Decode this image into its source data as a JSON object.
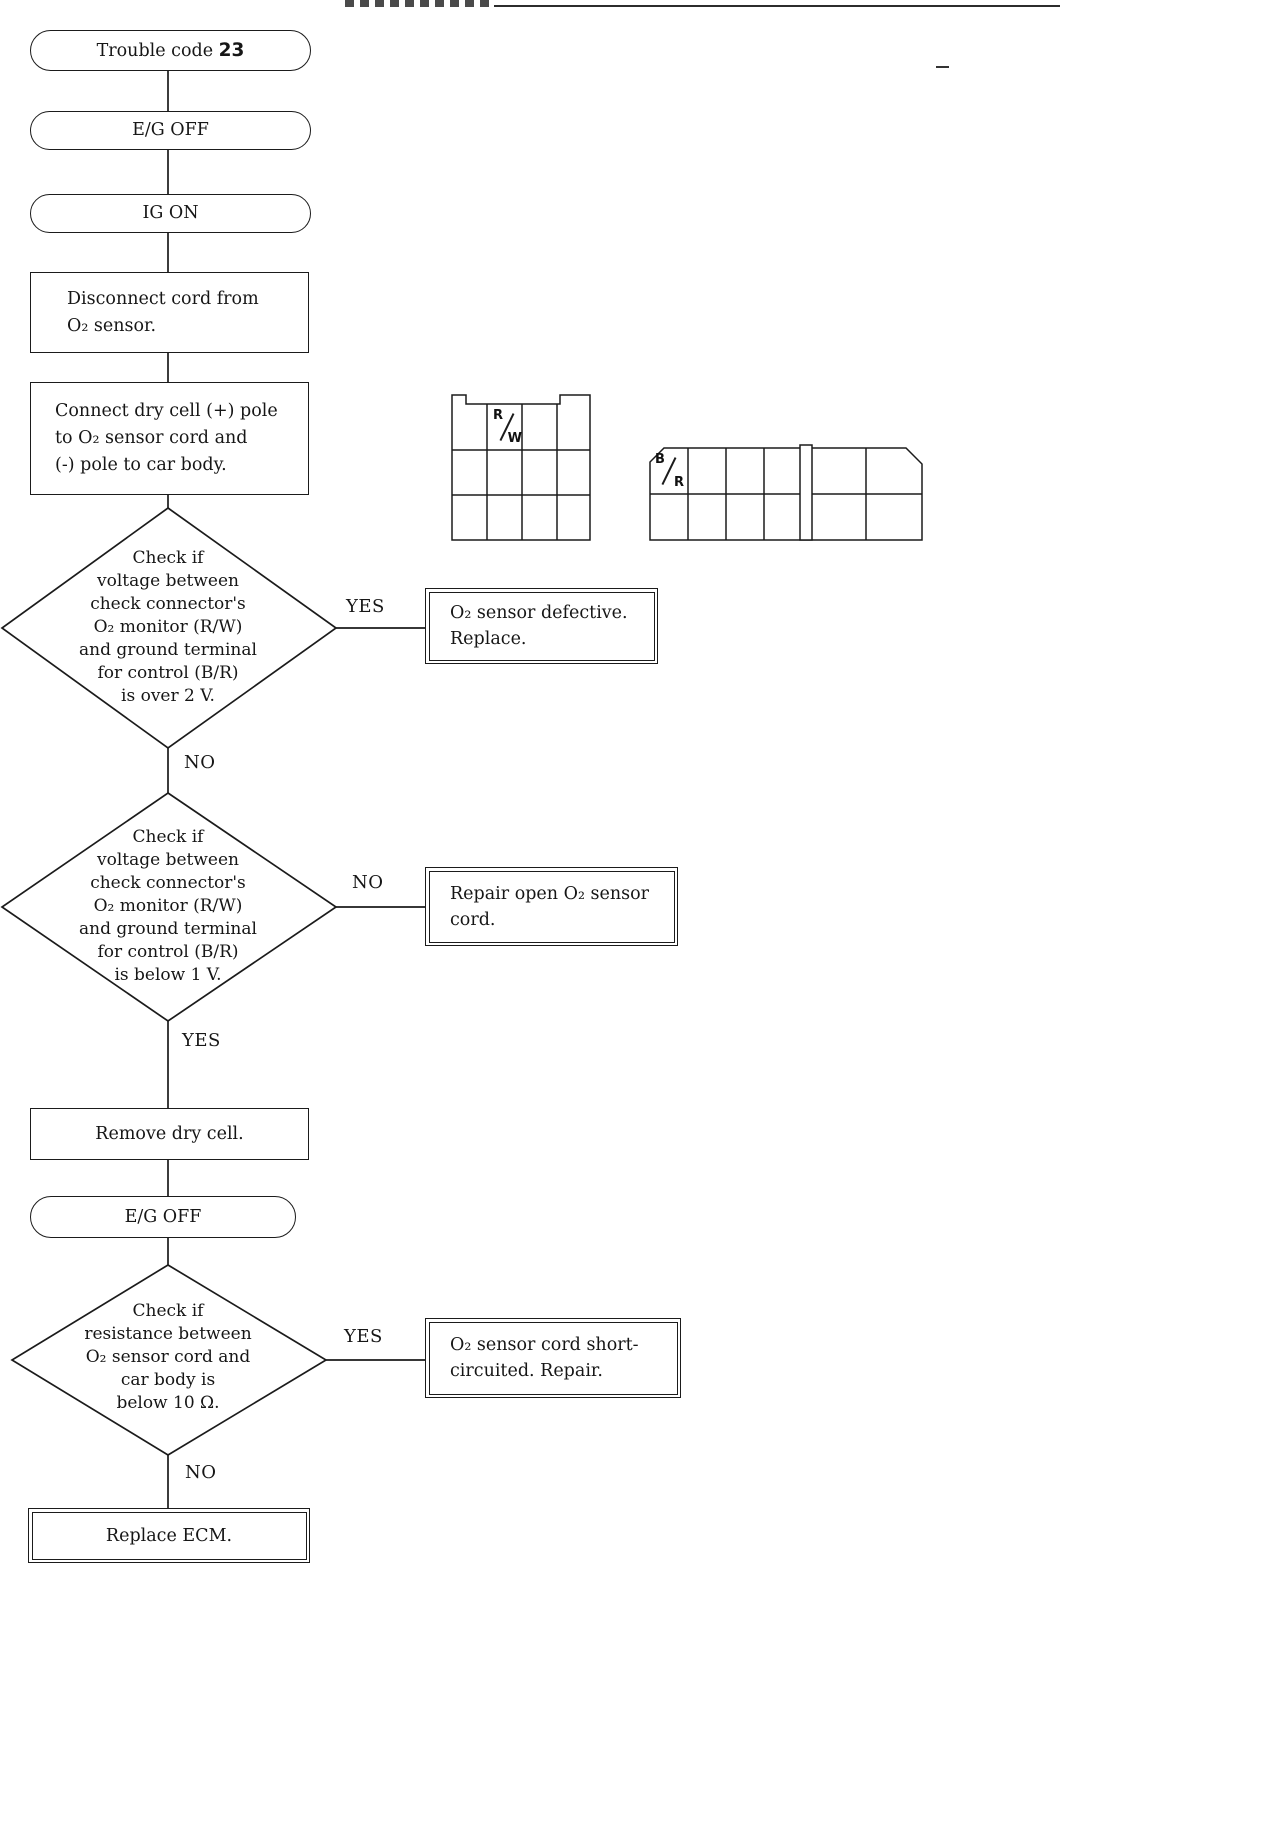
{
  "flowchart": {
    "start_prefix": "Trouble code ",
    "start_code": "23",
    "eg_off_1": "E/G OFF",
    "ig_on": "IG ON",
    "disconnect": "Disconnect cord from\nO₂ sensor.",
    "connect_dry_cell": "Connect dry cell (+) pole\nto O₂ sensor cord and\n(-) pole to car body.",
    "decision_1": "Check if\nvoltage between\ncheck connector's\nO₂ monitor (R/W)\nand ground terminal\nfor control (B/R)\nis over 2 V.",
    "decision_1_yes": "YES",
    "decision_1_no": "NO",
    "result_1": "O₂ sensor defective.\nReplace.",
    "decision_2": "Check if\nvoltage between\ncheck connector's\nO₂ monitor (R/W)\nand ground terminal\nfor control (B/R)\nis below 1 V.",
    "decision_2_no": "NO",
    "decision_2_yes": "YES",
    "result_2": "Repair open O₂ sensor\ncord.",
    "remove_dry_cell": "Remove dry cell.",
    "eg_off_2": "E/G OFF",
    "decision_3": "Check if\nresistance between\nO₂ sensor cord and\ncar body is\nbelow 10 Ω.",
    "decision_3_yes": "YES",
    "decision_3_no": "NO",
    "result_3": "O₂ sensor cord short-\ncircuited.  Repair.",
    "replace_ecm": "Replace ECM."
  },
  "connector_diagrams": {
    "connector_1": {
      "pin_top": "R",
      "pin_bottom": "W"
    },
    "connector_2": {
      "pin_top": "B",
      "pin_bottom": "R"
    }
  }
}
